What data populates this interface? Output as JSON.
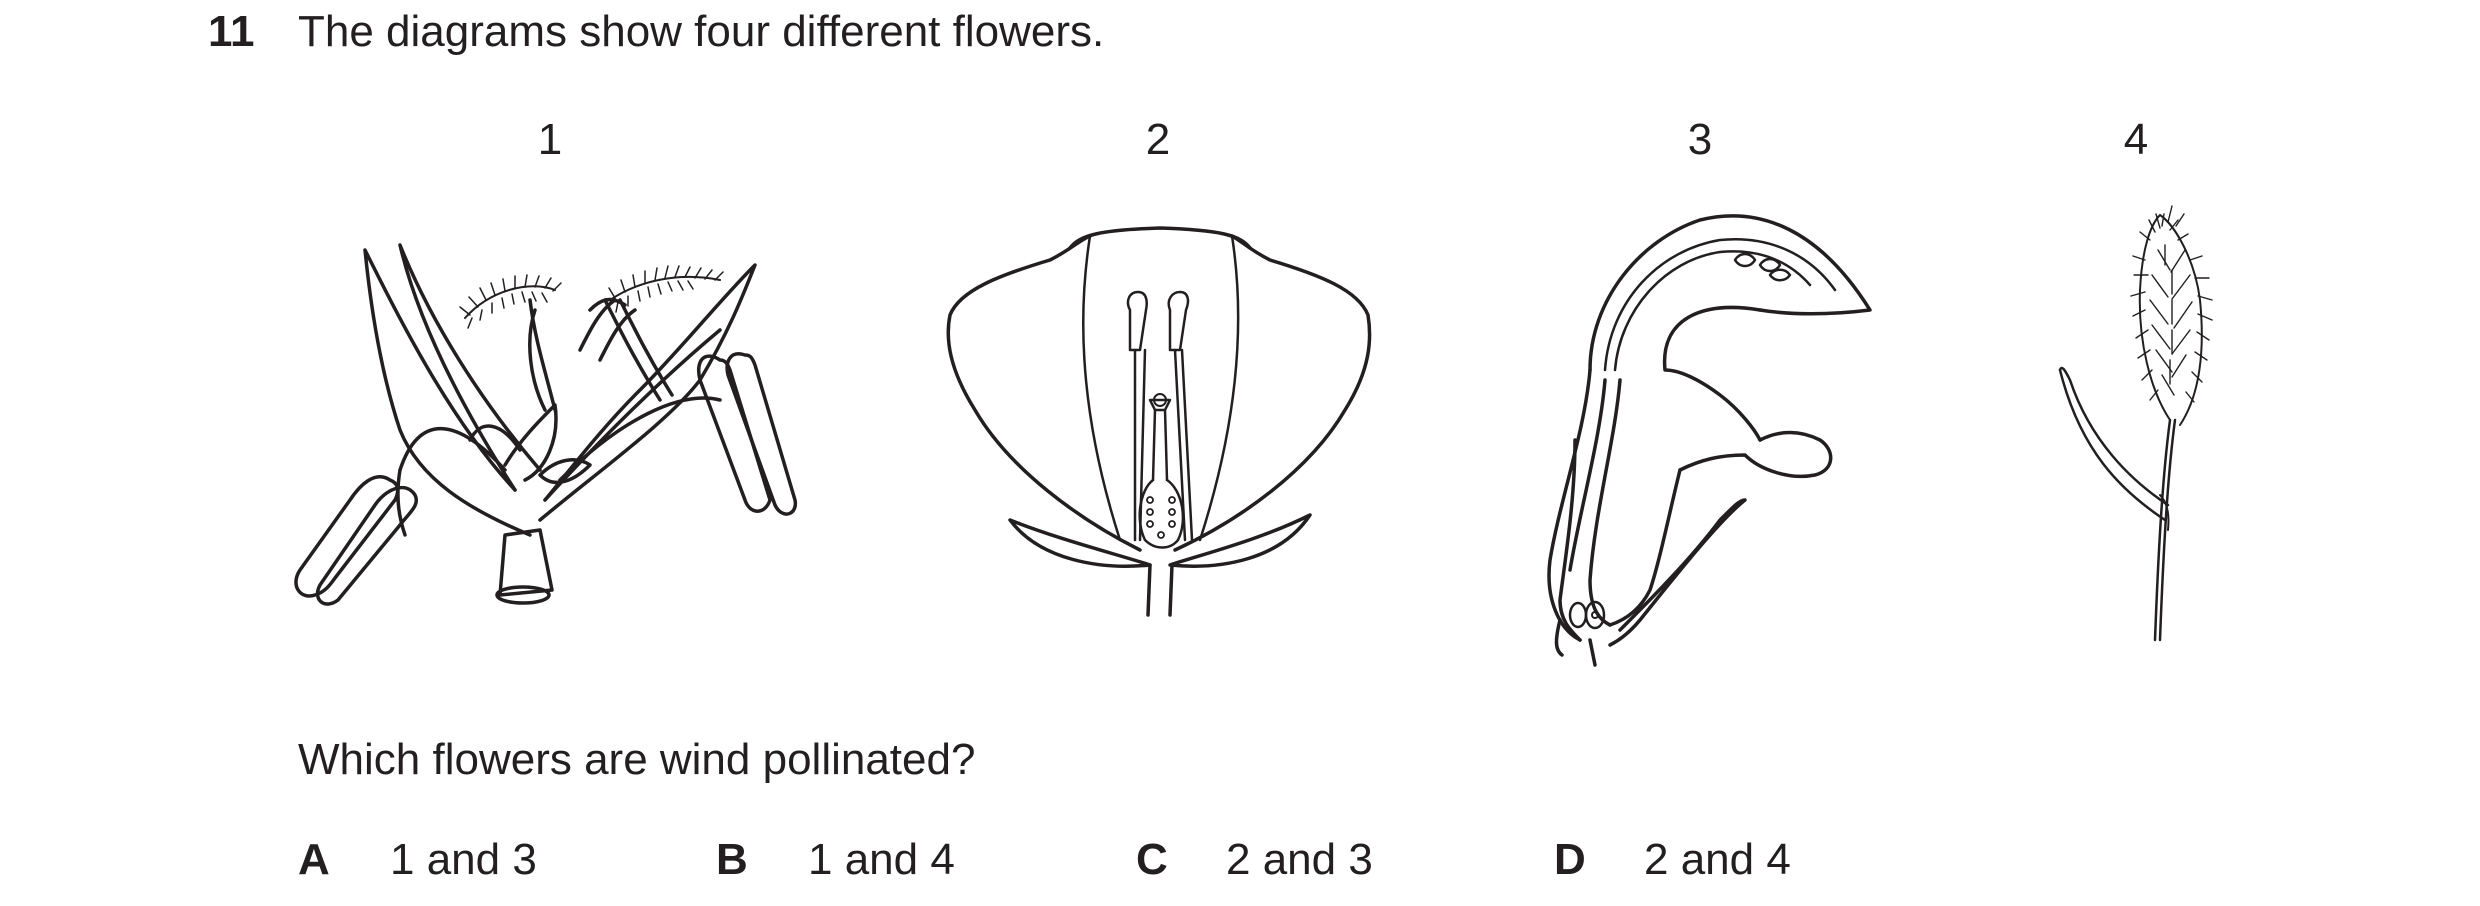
{
  "question": {
    "number": "11",
    "text": "The diagrams show four different flowers.",
    "prompt": "Which flowers are wind pollinated?"
  },
  "flowers": [
    {
      "label": "1"
    },
    {
      "label": "2"
    },
    {
      "label": "3"
    },
    {
      "label": "4"
    }
  ],
  "options": [
    {
      "letter": "A",
      "text": "1 and 3"
    },
    {
      "letter": "B",
      "text": "1 and 4"
    },
    {
      "letter": "C",
      "text": "2 and 3"
    },
    {
      "letter": "D",
      "text": "2 and 4"
    }
  ],
  "colors": {
    "ink": "#231f20"
  }
}
